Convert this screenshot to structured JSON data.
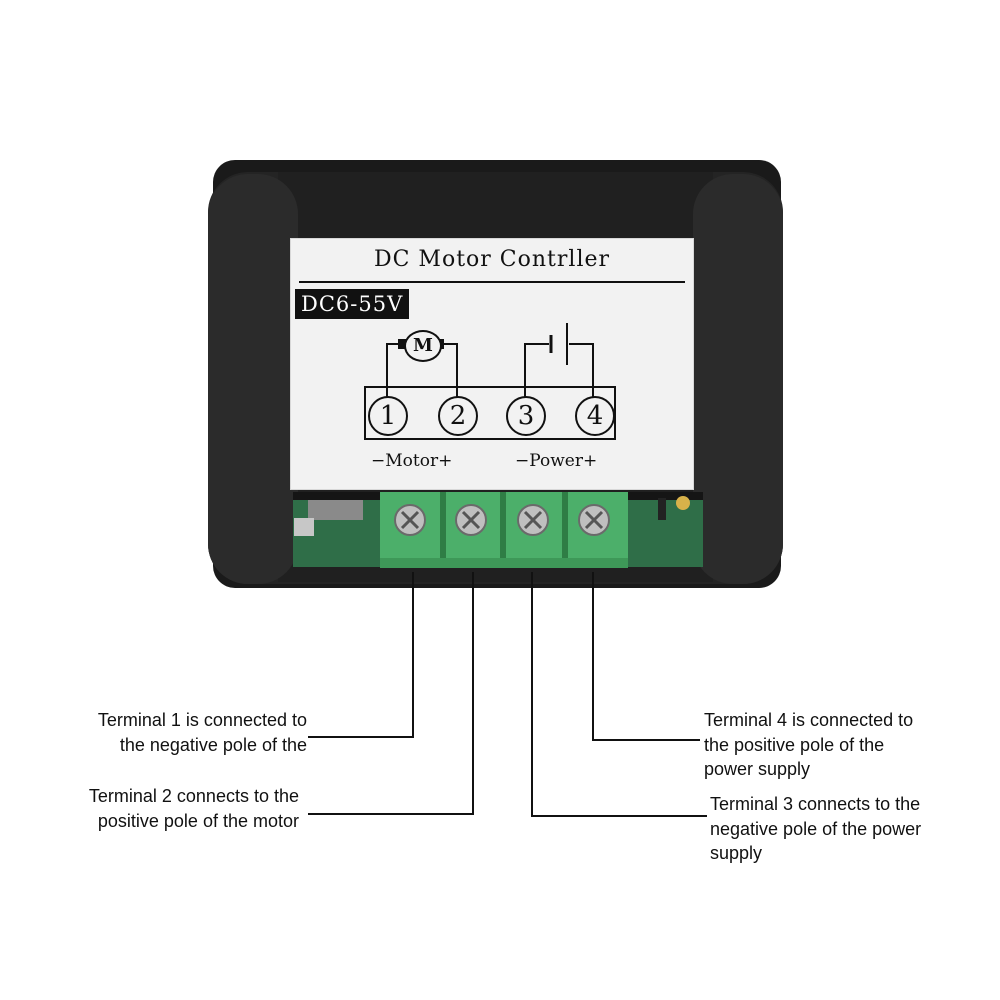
{
  "device": {
    "title": "DC Motor Contrller",
    "voltage": "DC6-55V",
    "motor_symbol": "M",
    "terminals": [
      "1",
      "2",
      "3",
      "4"
    ],
    "motor_group_label": "−Motor+",
    "power_group_label": "−Power+"
  },
  "callouts": {
    "terminal1": "Terminal 1 is connected to\nthe negative pole of the",
    "terminal2": "Terminal 2 connects to the\npositive pole of the motor",
    "terminal3": "Terminal 3 connects to the\nnegative pole of the power\nsupply",
    "terminal4": "Terminal 4 is connected to\nthe positive pole of the\npower supply"
  },
  "colors": {
    "housing": "#1f1f1f",
    "terminal_block": "#4caf6a",
    "pcb": "#2e7d4f",
    "label": "#f2f2f2"
  }
}
